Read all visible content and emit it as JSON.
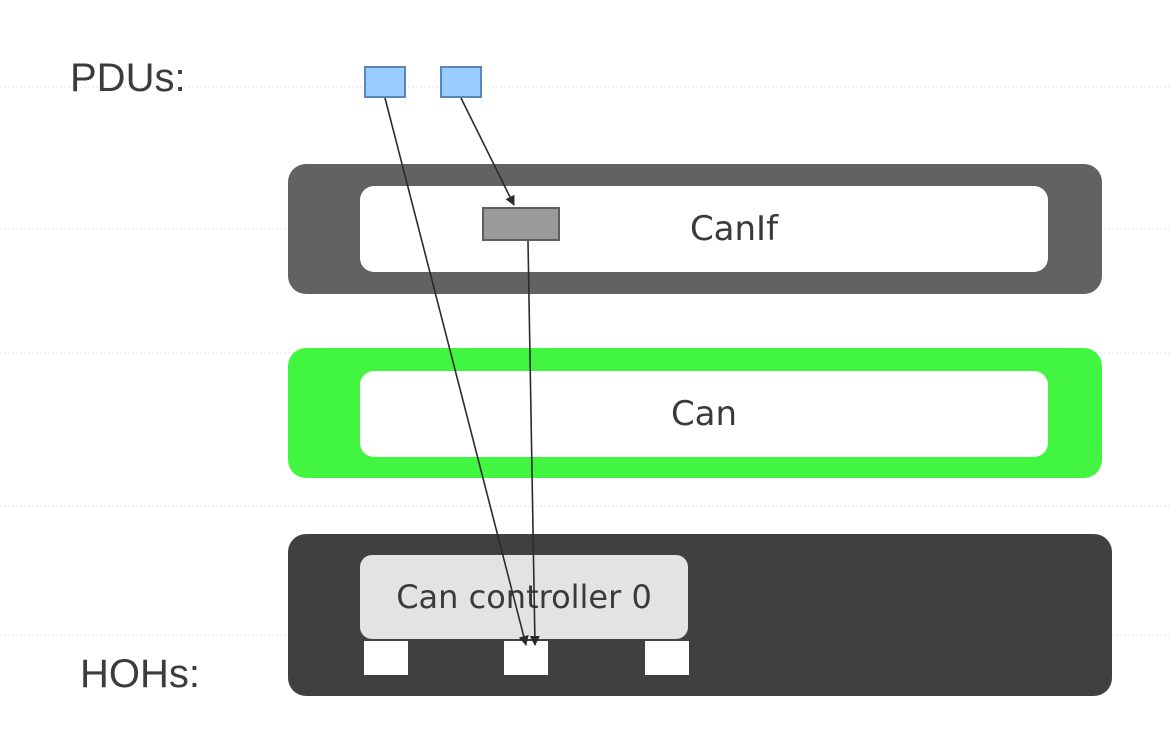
{
  "labels": {
    "pdus": "PDUs:",
    "hohs": "HOHs:"
  },
  "layers": {
    "canif": {
      "label": "CanIf",
      "color": "#626262"
    },
    "can": {
      "label": "Can",
      "color": "#41f541"
    },
    "hardware": {
      "color": "#404040"
    }
  },
  "controller": {
    "label": "Can controller 0"
  },
  "colors": {
    "pdu_fill": "#99ccff",
    "slot_fill": "#9a9a9a",
    "controller_fill": "#e3e3e3",
    "arrow": "#2b2b2b"
  }
}
